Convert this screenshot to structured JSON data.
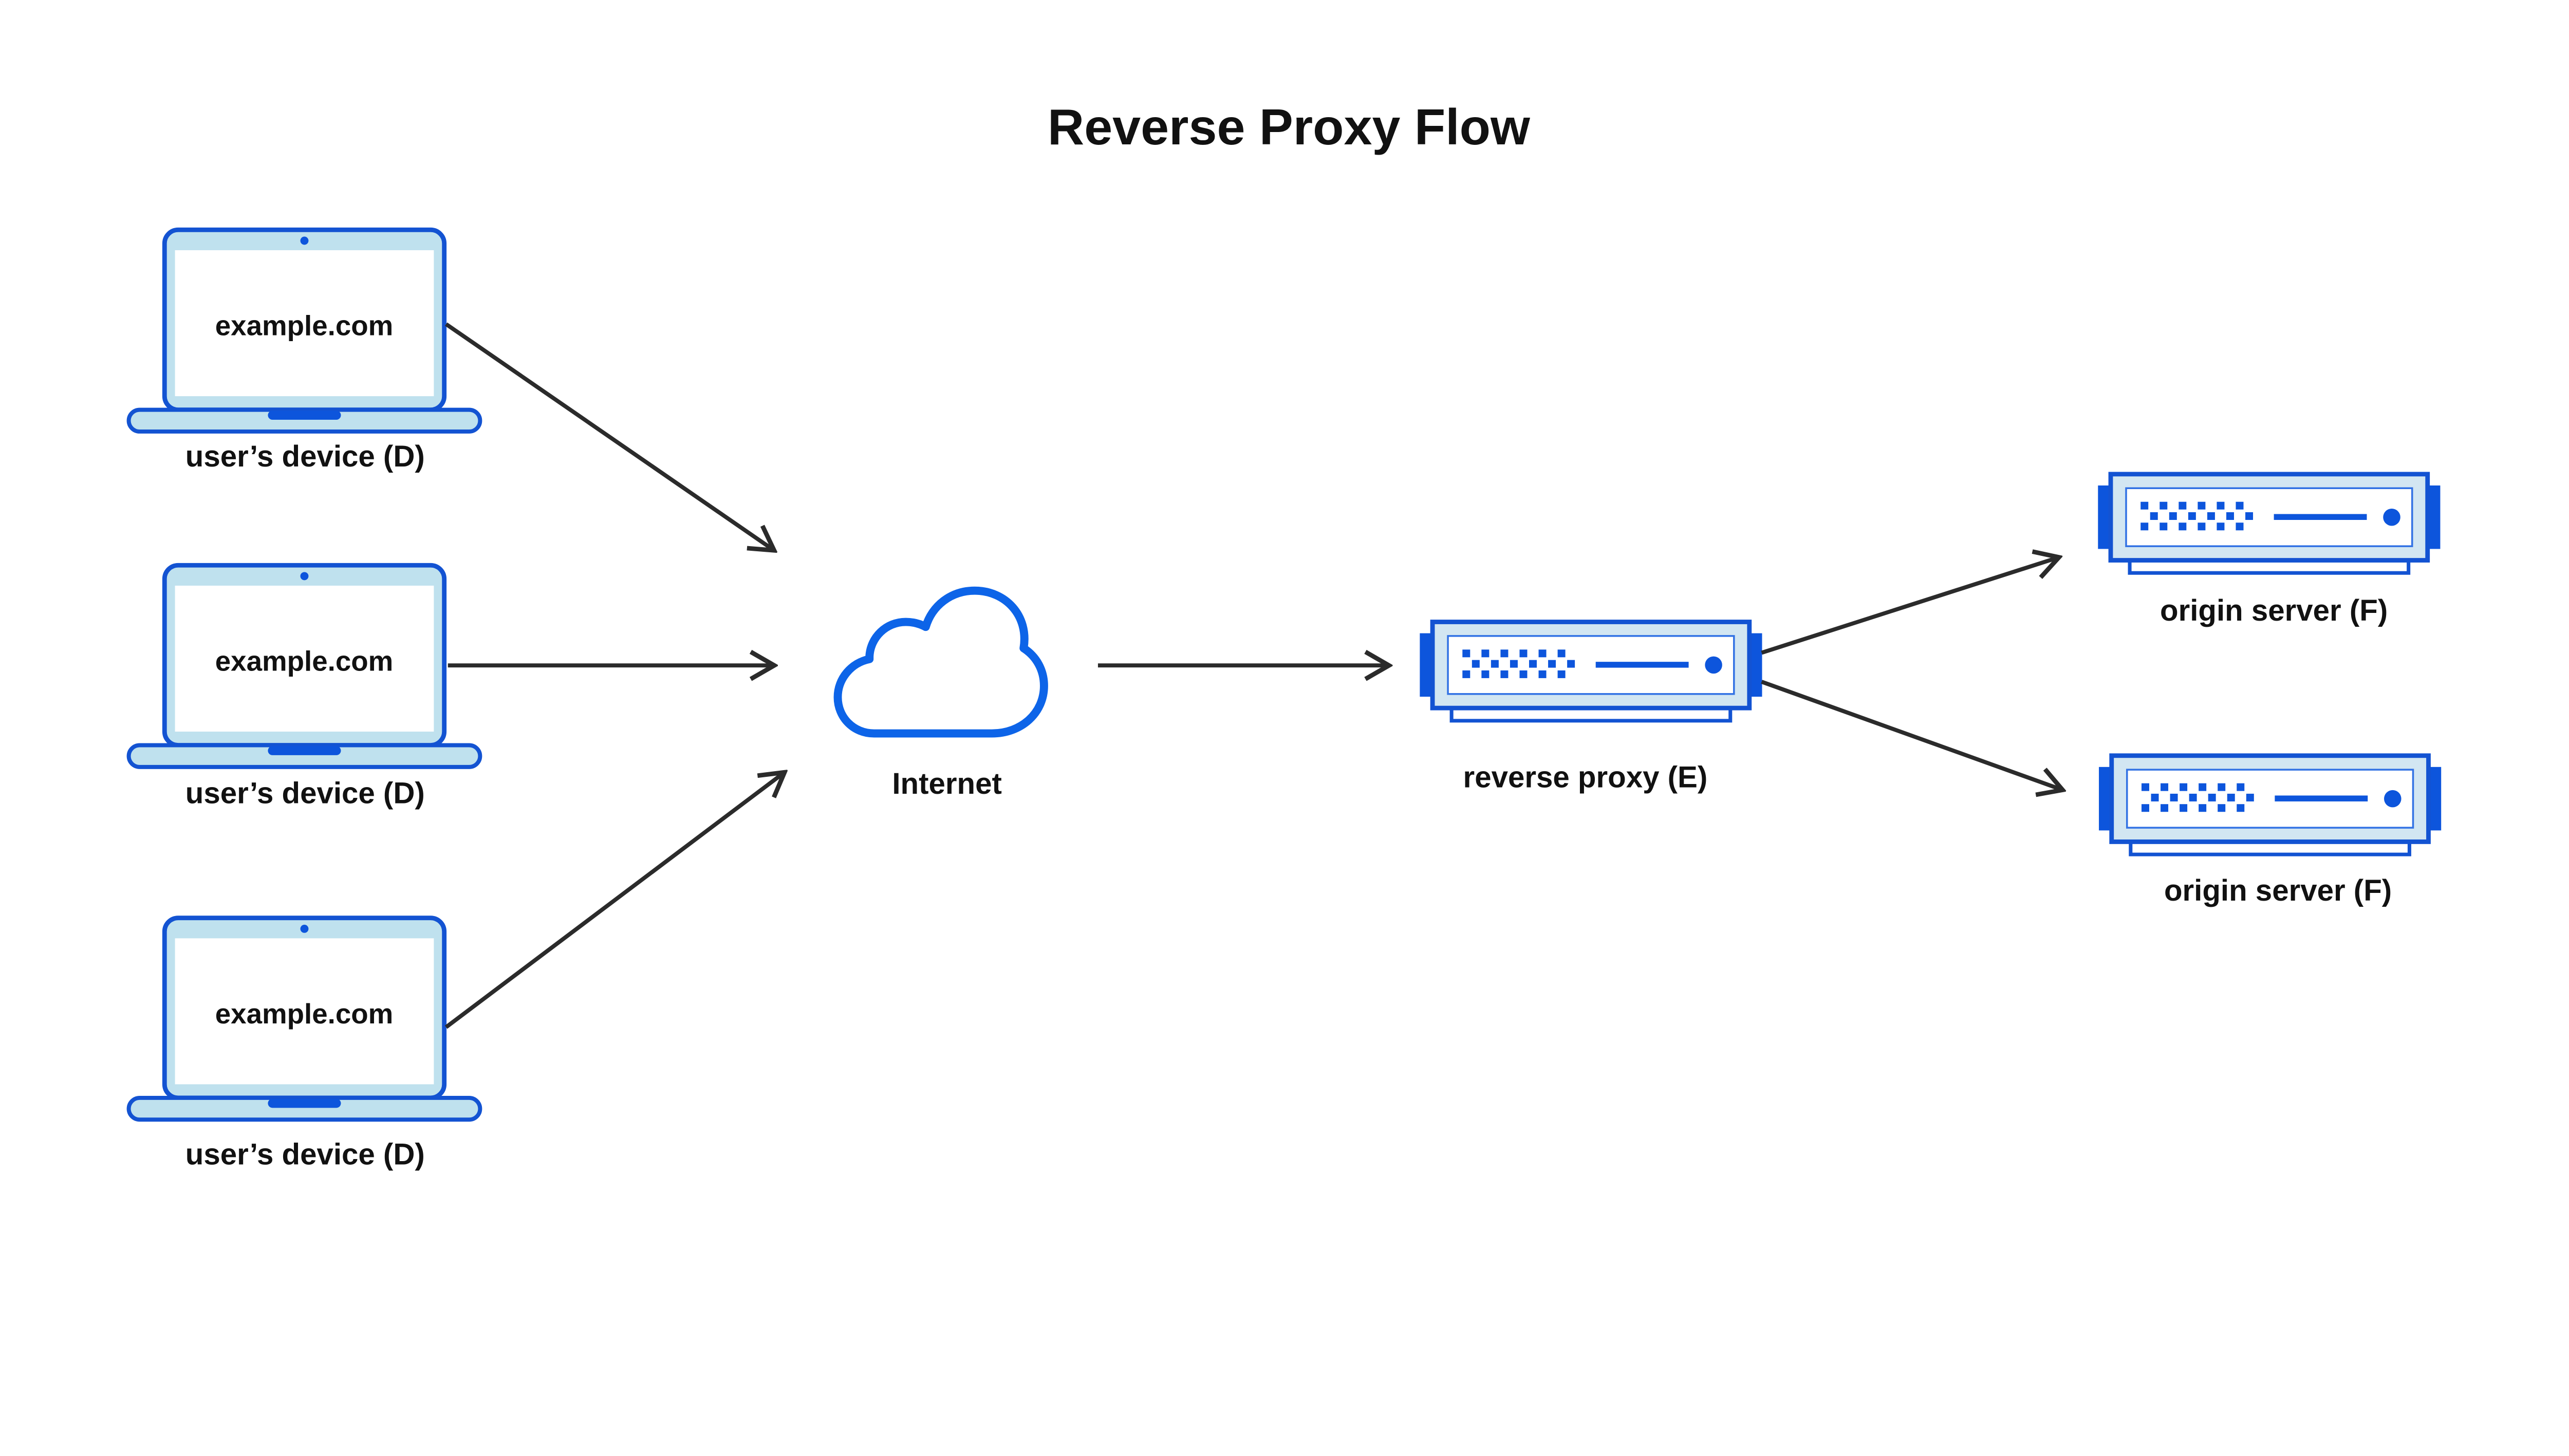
{
  "title": "Reverse Proxy Flow",
  "devices": [
    {
      "screen_label": "example.com",
      "caption": "user’s device (D)"
    },
    {
      "screen_label": "example.com",
      "caption": "user’s device (D)"
    },
    {
      "screen_label": "example.com",
      "caption": "user’s device (D)"
    }
  ],
  "internet": {
    "label": "Internet"
  },
  "proxy": {
    "caption": "reverse proxy (E)"
  },
  "origins": [
    {
      "caption": "origin server (F)"
    },
    {
      "caption": "origin server (F)"
    }
  ],
  "icons": {
    "device": "laptop-icon",
    "network": "cloud-icon",
    "proxy": "server-icon",
    "origin": "server-icon",
    "connector": "arrow-icon"
  },
  "colors": {
    "accent_blue": "#0d55dc",
    "outline_blue": "#1353d2",
    "cloud_blue": "#0d64e8",
    "panel_edge_blue": "#3272e4",
    "laptop_fill": "#bfe1ee",
    "server_frame_fill": "#d2e6f2",
    "arrow_color": "#2b2b2b",
    "text_color": "#111111",
    "background": "#ffffff"
  }
}
